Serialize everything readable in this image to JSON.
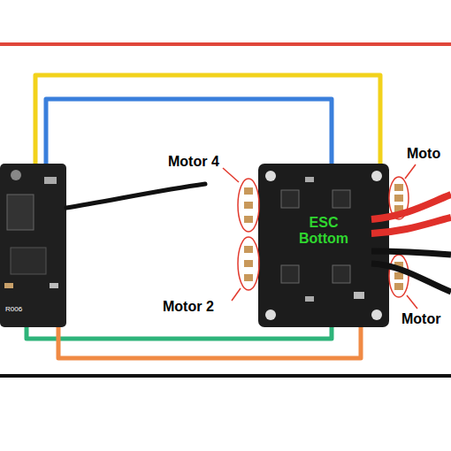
{
  "diagram": {
    "nodes": [
      {
        "text": [
          "R006"
        ]
      },
      {
        "text": [
          "ESC Bottom"
        ]
      }
    ],
    "edges": [
      {
        "from": 0,
        "to": 1,
        "arrow": "none"
      },
      {
        "from": 0,
        "to": 1,
        "arrow": "none"
      },
      {
        "from": 0,
        "to": 1,
        "arrow": "none"
      },
      {
        "from": 0,
        "to": 1,
        "arrow": "none"
      }
    ],
    "labels": [
      "Motor 4",
      "Motor 2",
      "Moto",
      "Motor"
    ]
  }
}
